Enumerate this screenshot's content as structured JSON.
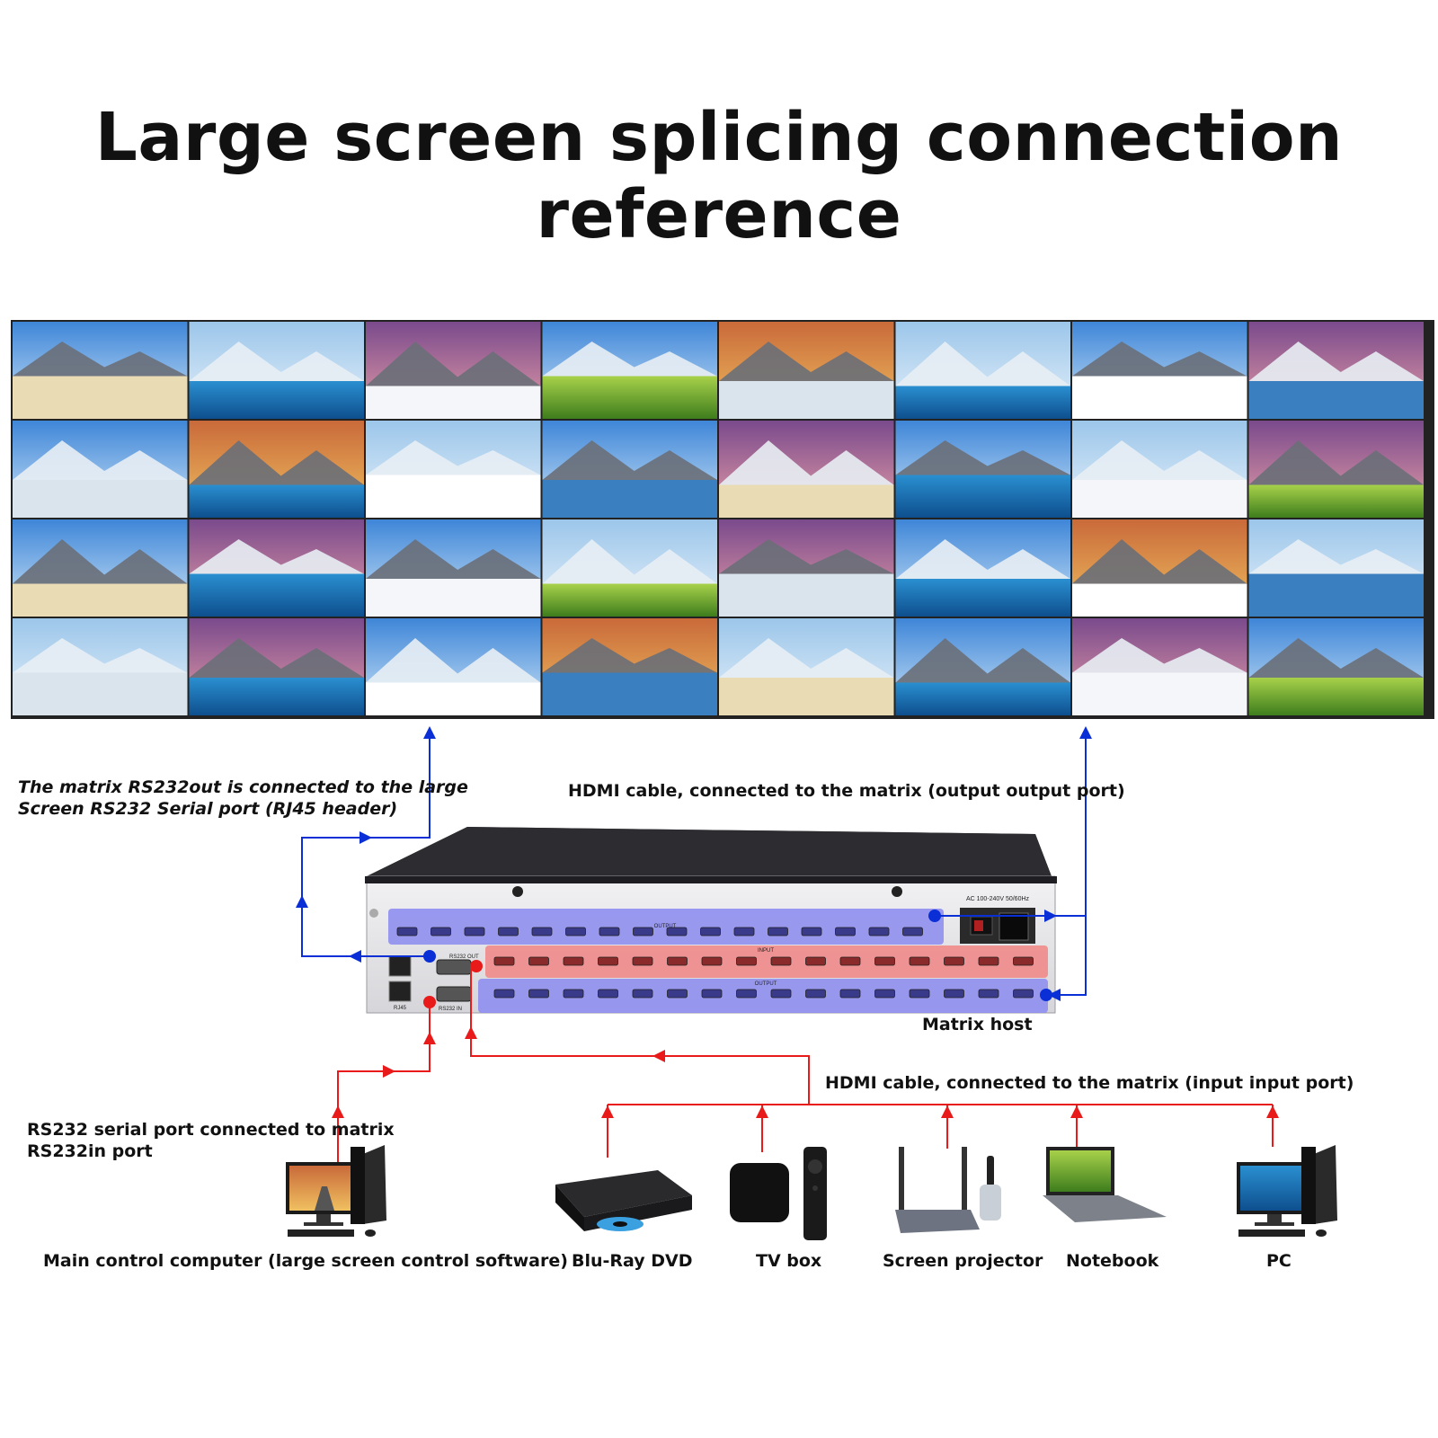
{
  "title": "Large screen splicing connection reference",
  "labels": {
    "rs232out_line1": "The matrix RS232out is connected to the large",
    "rs232out_line2": "Screen RS232  Serial port (RJ45 header)",
    "hdmi_output": "HDMI cable, connected to the matrix (output output port)",
    "matrix_host": "Matrix host",
    "hdmi_input": "HDMI cable, connected to the matrix (input input port)",
    "rs232in_line1": "RS232 serial port connected to matrix",
    "rs232in_line2": "RS232in port"
  },
  "matrix_panel": {
    "power": "AC 100-240V 50/60Hz",
    "output_top": "OUTPUT",
    "input": "INPUT",
    "output_bottom": "OUTPUT",
    "rs232_out": "RS232 OUT",
    "rs232_in": "RS232 IN",
    "rj45": "RJ45"
  },
  "devices": [
    {
      "name": "Main control computer (large screen control software)",
      "icon": "computer-icon"
    },
    {
      "name": "Blu-Ray DVD",
      "icon": "bluray-player-icon"
    },
    {
      "name": "TV box",
      "icon": "tv-box-icon"
    },
    {
      "name": "Screen projector",
      "icon": "screen-projector-icon"
    },
    {
      "name": "Notebook",
      "icon": "laptop-icon"
    },
    {
      "name": "PC",
      "icon": "computer-icon"
    }
  ],
  "video_wall": {
    "rows": 4,
    "cols": 8
  },
  "colors": {
    "control_line": "#0b2fd6",
    "input_line": "#e81a1a",
    "output_band": "#8f8ff0",
    "input_band": "#f08a8a"
  }
}
